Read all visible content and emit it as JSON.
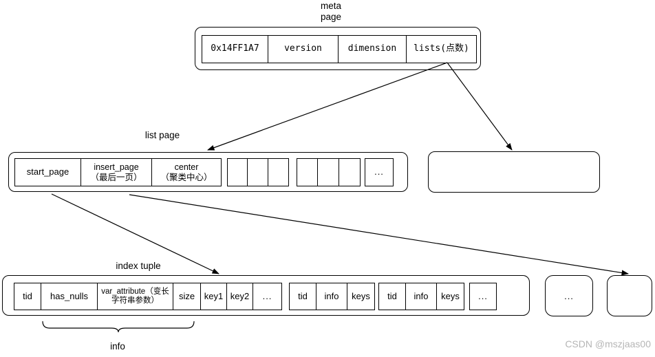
{
  "title_labels": {
    "meta_page": "meta\npage",
    "list_page": "list page",
    "index_tuple": "index tuple",
    "info": "info"
  },
  "meta_page": {
    "cells": [
      "0x14FF1A7",
      "version",
      "dimension",
      "lists(点数)"
    ]
  },
  "list_page": {
    "start_page": "start_page",
    "insert_page_line1": "insert_page",
    "insert_page_line2": "（最后一页）",
    "center_line1": "center",
    "center_line2": "（聚类中心）",
    "ellipsis": "..."
  },
  "index_tuple": {
    "tid": "tid",
    "has_nulls": "has_nulls",
    "var_attribute": "var_attribute（变长字符串参数）",
    "size": "size",
    "key1": "key1",
    "key2": "key2",
    "ellipsis1": "...",
    "entry2": {
      "tid": "tid",
      "info": "info",
      "keys": "keys"
    },
    "entry3": {
      "tid": "tid",
      "info": "info",
      "keys": "keys"
    },
    "ellipsis2": "..."
  },
  "right_boxes": {
    "ellipsis": "..."
  },
  "watermark": "CSDN @mszjaas00"
}
